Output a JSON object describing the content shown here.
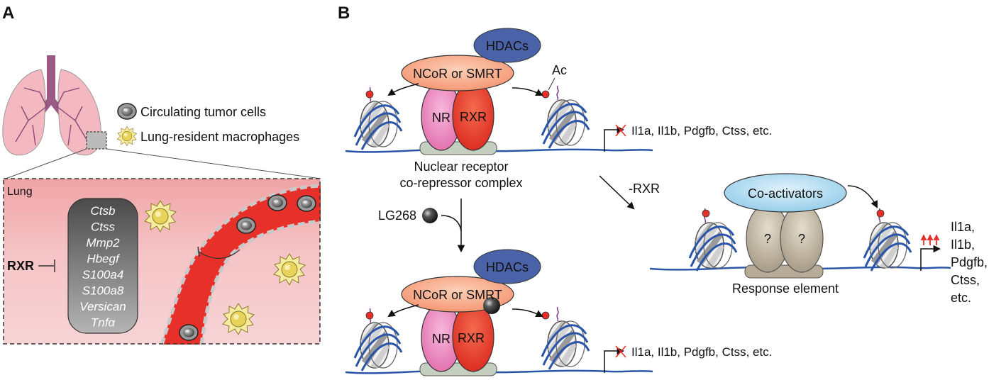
{
  "panel_a": {
    "label": "A",
    "legend": {
      "tumor_cells": "Circulating tumor cells",
      "macrophages": "Lung-resident macrophages"
    },
    "tissue_label": "Lung",
    "inhibitor_label": "RXR",
    "genes": [
      "Ctsb",
      "Ctss",
      "Mmp2",
      "Hbegf",
      "S100a4",
      "S100a8",
      "Versican",
      "Tnfα"
    ]
  },
  "panel_b": {
    "label": "B",
    "top_complex": {
      "hdacs": "HDACs",
      "corepressor": "NCoR or SMRT",
      "nr": "NR",
      "rxr": "RXR",
      "ac": "Ac",
      "caption_line1": "Nuclear receptor",
      "caption_line2": "co-repressor complex",
      "genes": "Il1a, Il1b, Pdgfb, Ctss, etc."
    },
    "ligand": "LG268",
    "minus_rxr": "-RXR",
    "bottom_complex": {
      "hdacs": "HDACs",
      "corepressor": "NCoR or SMRT",
      "nr": "NR",
      "rxr": "RXR",
      "genes": "Il1a, Il1b, Pdgfb, Ctss, etc."
    },
    "right_complex": {
      "coactivators": "Co-activators",
      "unknown1": "?",
      "unknown2": "?",
      "caption": "Response element",
      "genes": [
        "Il1a,",
        "Il1b,",
        "Pdgfb,",
        "Ctss,",
        "etc."
      ]
    }
  },
  "colors": {
    "vessel": "#e8302a",
    "hdacs": "#4a62a8",
    "corepressor": "#f7a47e",
    "nr": "#e87bb8",
    "rxr": "#e8302a",
    "coactivators": "#a6d8f0",
    "unknown": "#b8ac98",
    "dna": "#2a55a8",
    "macrophage": "#f2e07a"
  }
}
